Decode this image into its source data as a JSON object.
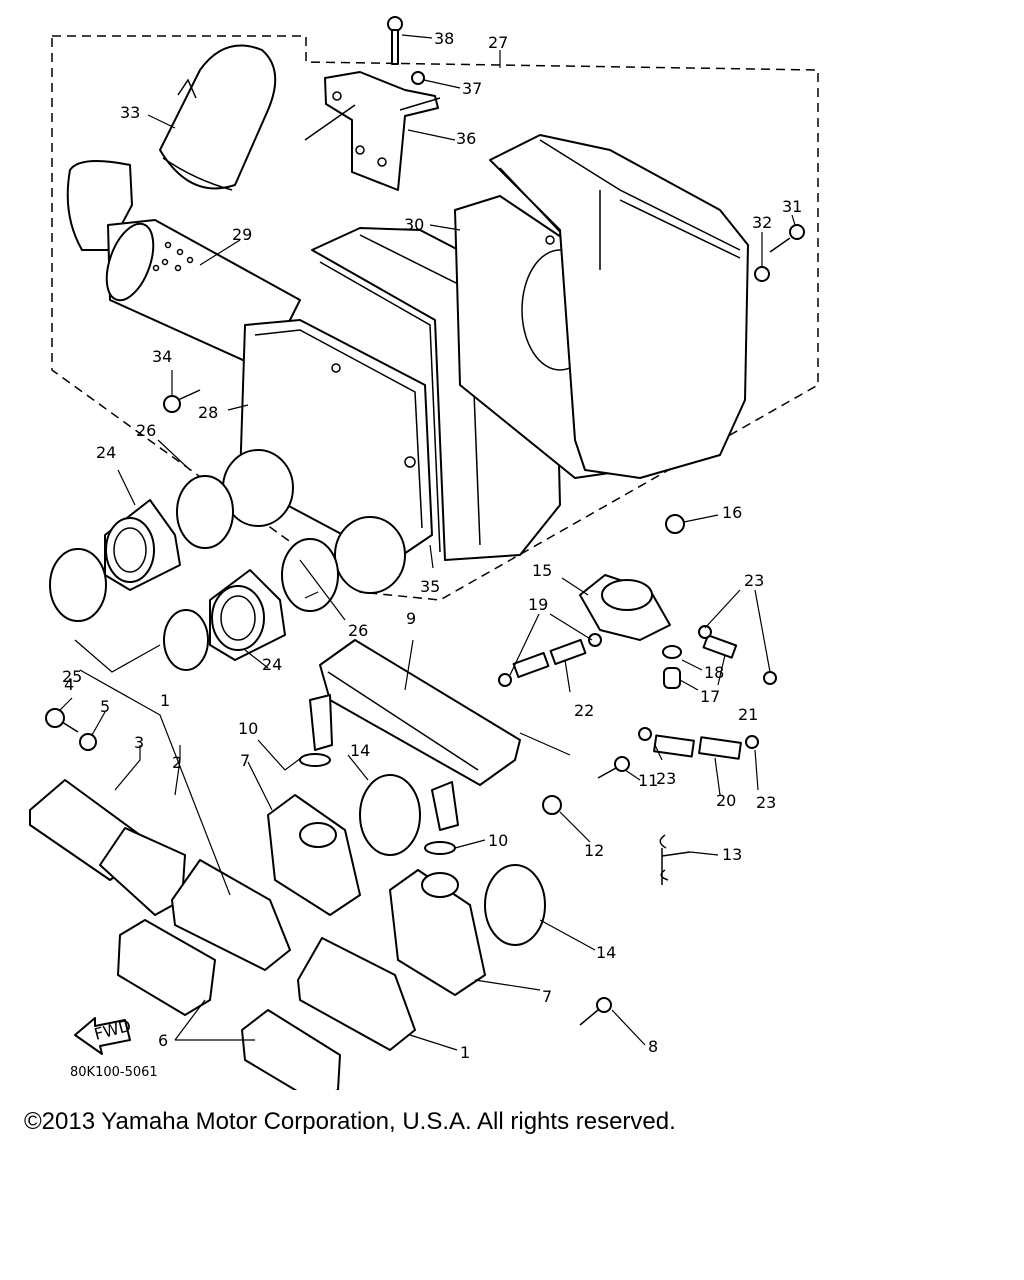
{
  "diagram": {
    "reference_code": "80K100-5061",
    "fwd_label": "FWD",
    "callouts": [
      {
        "id": "c1a",
        "label": "1"
      },
      {
        "id": "c1b",
        "label": "1"
      },
      {
        "id": "c2",
        "label": "2"
      },
      {
        "id": "c3",
        "label": "3"
      },
      {
        "id": "c4",
        "label": "4"
      },
      {
        "id": "c5",
        "label": "5"
      },
      {
        "id": "c6",
        "label": "6"
      },
      {
        "id": "c7a",
        "label": "7"
      },
      {
        "id": "c7b",
        "label": "7"
      },
      {
        "id": "c8",
        "label": "8"
      },
      {
        "id": "c9",
        "label": "9"
      },
      {
        "id": "c10a",
        "label": "10"
      },
      {
        "id": "c10b",
        "label": "10"
      },
      {
        "id": "c11",
        "label": "11"
      },
      {
        "id": "c12",
        "label": "12"
      },
      {
        "id": "c13",
        "label": "13"
      },
      {
        "id": "c14a",
        "label": "14"
      },
      {
        "id": "c14b",
        "label": "14"
      },
      {
        "id": "c15",
        "label": "15"
      },
      {
        "id": "c16",
        "label": "16"
      },
      {
        "id": "c17",
        "label": "17"
      },
      {
        "id": "c18",
        "label": "18"
      },
      {
        "id": "c19",
        "label": "19"
      },
      {
        "id": "c20",
        "label": "20"
      },
      {
        "id": "c21",
        "label": "21"
      },
      {
        "id": "c22",
        "label": "22"
      },
      {
        "id": "c23a",
        "label": "23"
      },
      {
        "id": "c23b",
        "label": "23"
      },
      {
        "id": "c23c",
        "label": "23"
      },
      {
        "id": "c24a",
        "label": "24"
      },
      {
        "id": "c24b",
        "label": "24"
      },
      {
        "id": "c25",
        "label": "25"
      },
      {
        "id": "c26a",
        "label": "26"
      },
      {
        "id": "c26b",
        "label": "26"
      },
      {
        "id": "c27",
        "label": "27"
      },
      {
        "id": "c28",
        "label": "28"
      },
      {
        "id": "c29",
        "label": "29"
      },
      {
        "id": "c30",
        "label": "30"
      },
      {
        "id": "c31",
        "label": "31"
      },
      {
        "id": "c32",
        "label": "32"
      },
      {
        "id": "c33",
        "label": "33"
      },
      {
        "id": "c34",
        "label": "34"
      },
      {
        "id": "c35",
        "label": "35"
      },
      {
        "id": "c36",
        "label": "36"
      },
      {
        "id": "c37",
        "label": "37"
      },
      {
        "id": "c38",
        "label": "38"
      }
    ]
  },
  "footer": {
    "copyright": "©2013 Yamaha Motor Corporation, U.S.A. All rights reserved."
  }
}
